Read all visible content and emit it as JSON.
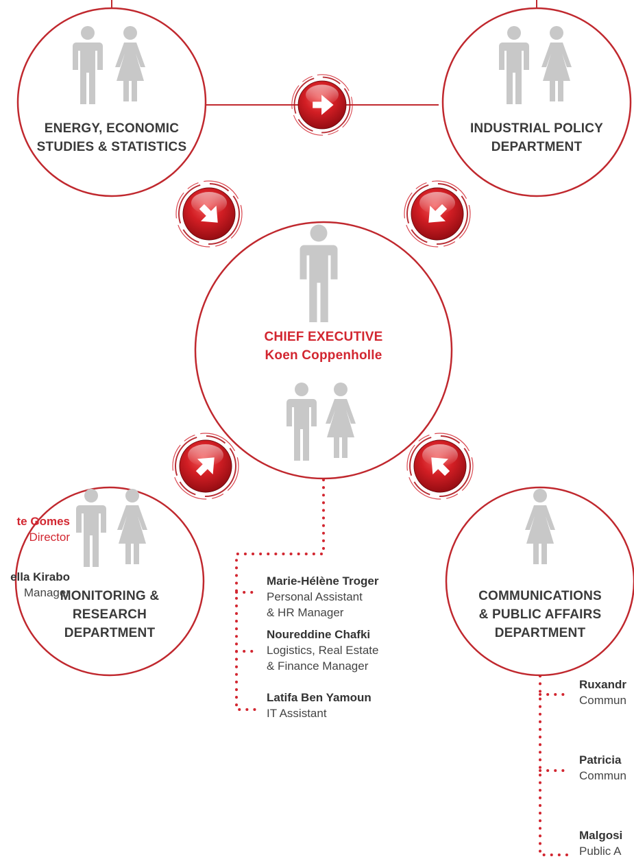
{
  "departments": {
    "energy": {
      "line1": "ENERGY, ECONOMIC",
      "line2": "STUDIES & STATISTICS"
    },
    "industrial": {
      "line1": "INDUSTRIAL POLICY",
      "line2": "DEPARTMENT"
    },
    "chief": {
      "line1": "CHIEF EXECUTIVE",
      "line2": "Koen Coppenholle"
    },
    "monitoring": {
      "line1": "MONITORING &",
      "line2": "RESEARCH",
      "line3": "DEPARTMENT"
    },
    "communications": {
      "line1": "COMMUNICATIONS",
      "line2": "& PUBLIC AFFAIRS",
      "line3": "DEPARTMENT"
    }
  },
  "chief_staff": [
    {
      "name": "Marie-Hélène Troger",
      "role1": "Personal Assistant",
      "role2": "& HR Manager"
    },
    {
      "name": "Noureddine Chafki",
      "role1": "Logistics, Real Estate",
      "role2": "& Finance Manager"
    },
    {
      "name": "Latifa Ben Yamoun",
      "role1": "IT Assistant"
    }
  ],
  "monitoring_staff": [
    {
      "name": "te Gomes",
      "role": "Director"
    },
    {
      "name": "ella Kirabo",
      "role": "Manager"
    }
  ],
  "communications_staff": [
    {
      "name": "Ruxandr",
      "role": "Commun"
    },
    {
      "name": "Patricia",
      "role": "Commun"
    },
    {
      "name": "Malgosi",
      "role": "Public A"
    }
  ],
  "colors": {
    "accent": "#d22630",
    "gray_icon": "#c8c8c8",
    "text": "#3a3a3a"
  },
  "icons": [
    "male-person-icon",
    "female-person-icon",
    "arrow-right-icon",
    "arrow-down-right-icon",
    "arrow-down-left-icon",
    "arrow-up-right-icon",
    "arrow-up-left-icon"
  ]
}
